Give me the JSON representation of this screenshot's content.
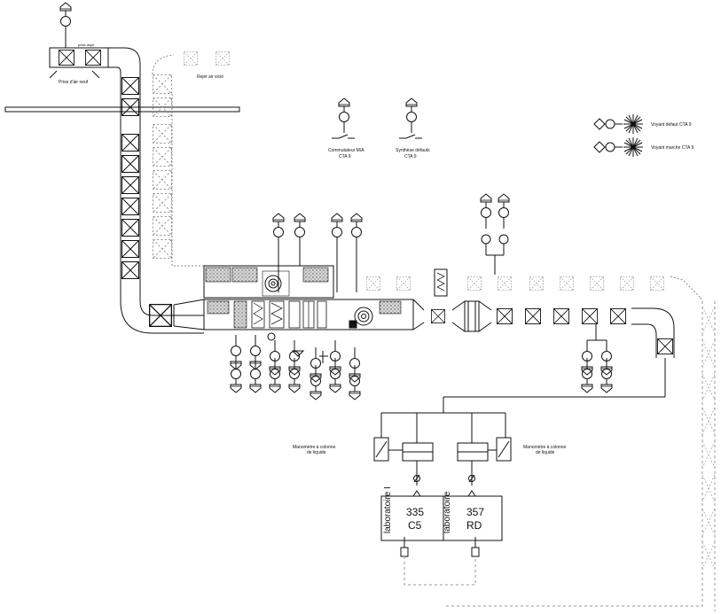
{
  "labels": {
    "prise_air_neuf": "Prise d'air neuf",
    "prise_air_neuf_small": "prise aspir",
    "rejet_air_vicie": "Rejet air vicié",
    "commutateur_line1": "Commutateur M/A",
    "commutateur_line2": "CTA 9",
    "synthese_line1": "Synthèse défauts",
    "synthese_line2": "CTA 9",
    "voyant_defaut": "Voyant défaut CTA 9",
    "voyant_marche": "Voyant marche CTA 9",
    "manometre_left_line1": "Manomètre à colonne",
    "manometre_left_line2": "de liquide",
    "manometre_right_line1": "Manomètre à colonne",
    "manometre_right_line2": "de liquide",
    "lab_left": "laboratoire I",
    "lab_right": "laboratoire",
    "room_left_number": "335",
    "room_left_code": "C5",
    "room_right_number": "357",
    "room_right_code": "RD"
  },
  "colors": {
    "line": "#111111",
    "dashed": "#777777",
    "hatch_fill": "#bdbdbd",
    "background": "#ffffff"
  },
  "icons": [
    "sensor-bulb-icon",
    "duct-damper-icon",
    "fan-icon",
    "filter-icon",
    "heating-coil-icon",
    "star-lamp-icon",
    "switch-icon",
    "manometer-icon"
  ]
}
